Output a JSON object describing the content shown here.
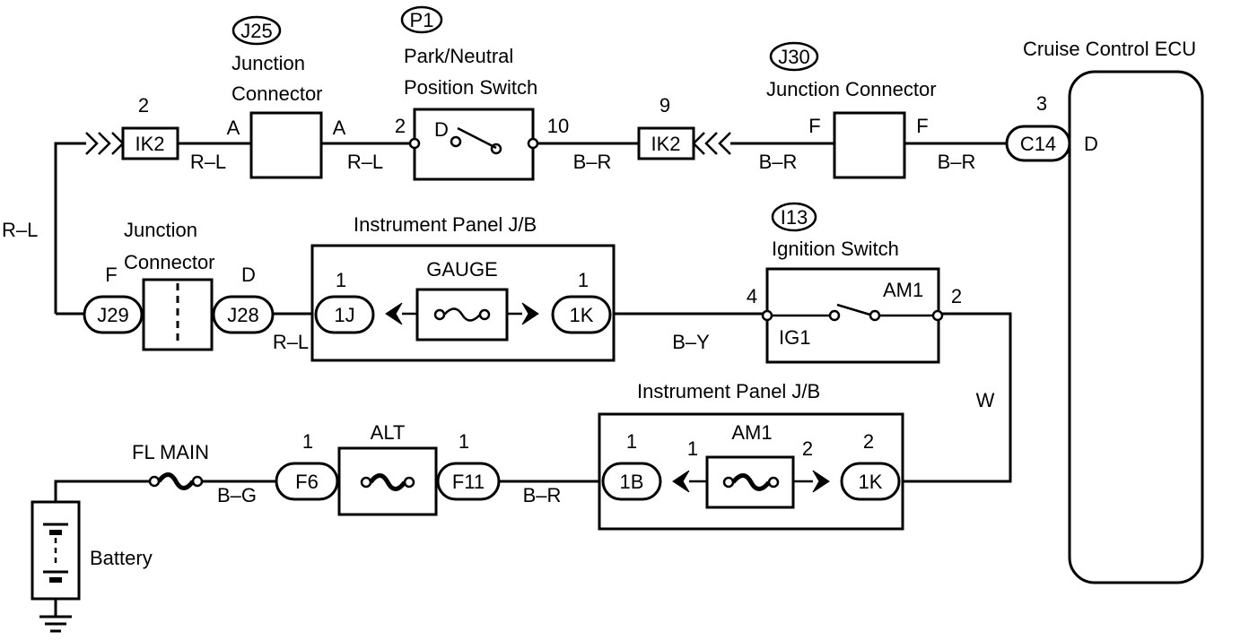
{
  "components": {
    "j25": {
      "code": "J25",
      "name_line1": "Junction",
      "name_line2": "Connector",
      "pin_left": "A",
      "pin_right": "A"
    },
    "p1": {
      "code": "P1",
      "name_line1": "Park/Neutral",
      "name_line2": "Position Switch",
      "pin_left": "2",
      "pin_right": "10",
      "contact": "D"
    },
    "j30": {
      "code": "J30",
      "name": "Junction Connector",
      "pin_left": "F",
      "pin_right": "F"
    },
    "ecu": {
      "name": "Cruise Control ECU",
      "connector": "C14",
      "pin": "3",
      "terminal": "D"
    },
    "ik2_left": {
      "label": "IK2",
      "pin": "2"
    },
    "ik2_right": {
      "label": "IK2",
      "pin": "9"
    },
    "j28_j29": {
      "name_line1": "Junction",
      "name_line2": "Connector",
      "left_label": "J29",
      "left_pin": "F",
      "right_label": "J28",
      "right_pin": "D"
    },
    "ip_jb_upper": {
      "name": "Instrument Panel J/B",
      "fuse": "GAUGE",
      "left_conn": "1J",
      "left_pin": "1",
      "right_conn": "1K",
      "right_pin": "1"
    },
    "i13": {
      "code": "I13",
      "name": "Ignition Switch",
      "pin_left": "4",
      "pin_right": "2",
      "term_am1": "AM1",
      "term_ig1": "IG1"
    },
    "ip_jb_lower": {
      "name": "Instrument Panel J/B",
      "fuse": "AM1",
      "left_conn": "1B",
      "left_pin": "1",
      "inner_left_pin": "1",
      "inner_right_pin": "2",
      "right_conn": "1K",
      "right_pin": "2"
    },
    "alt": {
      "name": "ALT",
      "left_conn": "F6",
      "left_pin": "1",
      "right_conn": "F11",
      "right_pin": "1"
    },
    "fl_main": {
      "name": "FL MAIN"
    },
    "battery": {
      "name": "Battery"
    }
  },
  "wires": {
    "ik2_to_j25": "R–L",
    "j25_to_p1": "R–L",
    "p1_to_ik2": "B–R",
    "ik2_to_j30": "B–R",
    "j30_to_ecu": "B–R",
    "left_vertical": "R–L",
    "j28_to_1j": "R–L",
    "1k_to_ign": "B–Y",
    "ign_to_1k": "W",
    "alt_to_1b": "B–R",
    "fl_to_f6": "B–G"
  }
}
